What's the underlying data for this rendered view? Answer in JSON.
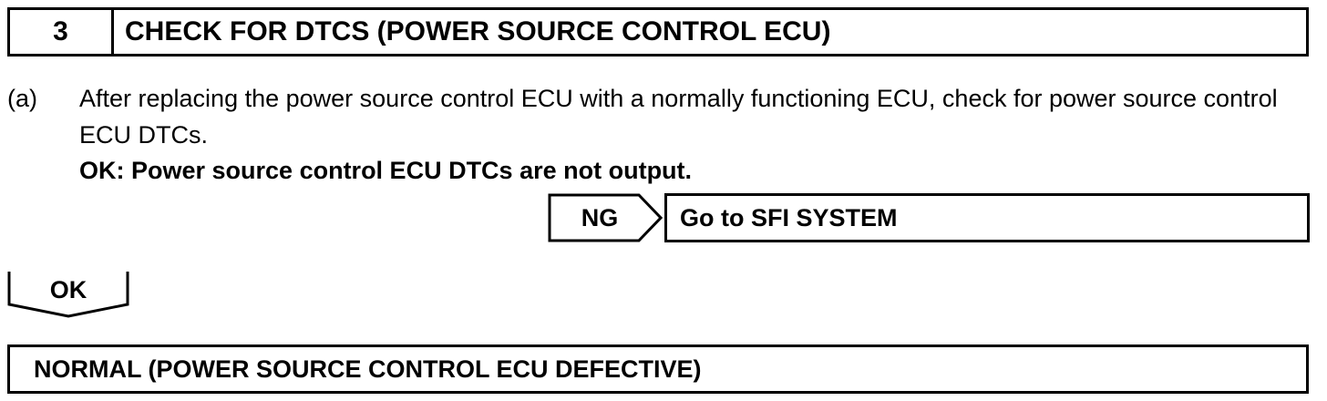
{
  "step": {
    "number": "3",
    "title": "CHECK FOR DTCS (POWER SOURCE CONTROL ECU)"
  },
  "instruction": {
    "marker": "(a)",
    "text": "After replacing the power source control ECU with a normally functioning ECU, check for power source control ECU DTCs.",
    "ok_criteria": "OK: Power source control ECU DTCs are not output."
  },
  "ng_branch": {
    "label": "NG",
    "result": "Go to SFI SYSTEM"
  },
  "ok_branch": {
    "label": "OK",
    "result": "NORMAL (POWER SOURCE CONTROL ECU DEFECTIVE)"
  }
}
